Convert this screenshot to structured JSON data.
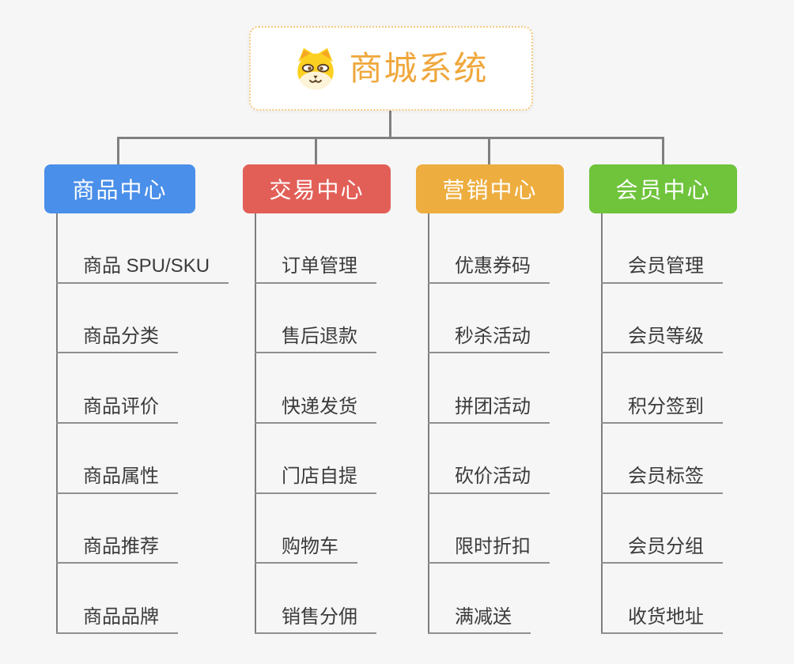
{
  "page": {
    "background": "#f6f6f6",
    "connector_color": "#808080"
  },
  "root": {
    "title": "商城系统",
    "icon": "dog-face-icon",
    "title_color": "#efa73c",
    "border_color": "#f5c87d"
  },
  "branches": [
    {
      "label": "商品中心",
      "color": "#4a8fe9",
      "children": [
        "商品 SPU/SKU",
        "商品分类",
        "商品评价",
        "商品属性",
        "商品推荐",
        "商品品牌"
      ]
    },
    {
      "label": "交易中心",
      "color": "#e25f58",
      "children": [
        "订单管理",
        "售后退款",
        "快递发货",
        "门店自提",
        "购物车",
        "销售分佣"
      ]
    },
    {
      "label": "营销中心",
      "color": "#edad3f",
      "children": [
        "优惠券码",
        "秒杀活动",
        "拼团活动",
        "砍价活动",
        "限时折扣",
        "满减送"
      ]
    },
    {
      "label": "会员中心",
      "color": "#6fc43c",
      "children": [
        "会员管理",
        "会员等级",
        "积分签到",
        "会员标签",
        "会员分组",
        "收货地址"
      ]
    }
  ]
}
